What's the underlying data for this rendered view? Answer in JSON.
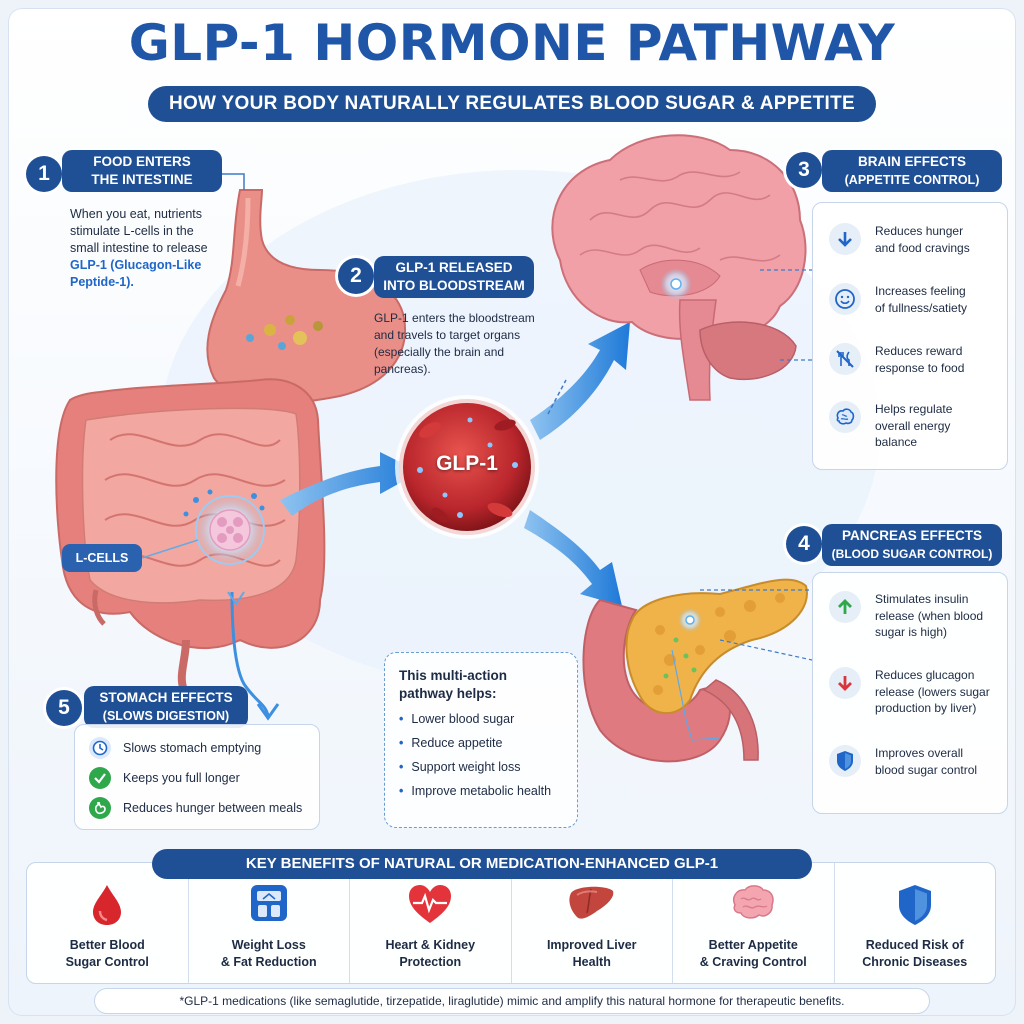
{
  "title": "GLP-1 HORMONE PATHWAY",
  "subtitle": "HOW YOUR BODY NATURALLY REGULATES BLOOD SUGAR & APPETITE",
  "colors": {
    "primary": "#1f4f95",
    "accent": "#1f66c8",
    "organ": "#e98a86",
    "blood": "#b9262c"
  },
  "step1": {
    "number": "1",
    "title_line1": "FOOD ENTERS",
    "title_line2": "THE INTESTINE",
    "desc_line1": "When you eat, nutrients",
    "desc_line2": "stimulate L-cells in the",
    "desc_line3": "small intestine to release",
    "desc_hl1": "GLP-1",
    "desc_line4": " (Glucagon-Like",
    "desc_line5": "Peptide-1)."
  },
  "lcells_label": "L-CELLS",
  "step2": {
    "number": "2",
    "title_line1": "GLP-1 RELEASED",
    "title_line2": "INTO BLOODSTREAM",
    "desc_line1": "GLP-1 enters the bloodstream",
    "desc_line2": "and travels to target organs",
    "desc_line3": "(especially the brain and",
    "desc_line4": "pancreas)."
  },
  "vessel_label": "GLP-1",
  "step3": {
    "number": "3",
    "title_line1": "BRAIN EFFECTS",
    "title_line2": "(APPETITE CONTROL)",
    "items": [
      {
        "icon": "arrow-down-icon",
        "line1": "Reduces hunger",
        "line2": "and food cravings",
        "line3": ""
      },
      {
        "icon": "smiley-icon",
        "line1": "Increases feeling",
        "line2": "of fullness/satiety",
        "line3": ""
      },
      {
        "icon": "no-food-icon",
        "line1": "Reduces reward",
        "line2": "response to food",
        "line3": ""
      },
      {
        "icon": "brain-icon",
        "line1": "Helps regulate",
        "line2": "overall energy",
        "line3": "balance"
      }
    ]
  },
  "step4": {
    "number": "4",
    "title_line1": "PANCREAS EFFECTS",
    "title_line2": "(BLOOD SUGAR CONTROL)",
    "items": [
      {
        "icon": "arrow-up-green-icon",
        "line1": "Stimulates insulin",
        "line2": "release (when blood",
        "line3": "sugar is high)"
      },
      {
        "icon": "arrow-down-red-icon",
        "line1": "Reduces glucagon",
        "line2": "release (lowers sugar",
        "line3": "production by liver)"
      },
      {
        "icon": "shield-icon",
        "line1": "Improves overall",
        "line2": "blood sugar control",
        "line3": ""
      }
    ]
  },
  "step5": {
    "number": "5",
    "title_line1": "STOMACH EFFECTS",
    "title_line2": "(SLOWS DIGESTION)",
    "items": [
      {
        "icon": "clock-icon",
        "text": "Slows stomach emptying"
      },
      {
        "icon": "check-icon",
        "text": "Keeps you full longer"
      },
      {
        "icon": "stomach-icon",
        "text": "Reduces hunger between meals"
      }
    ]
  },
  "multi": {
    "heading_line1": "This multi-action",
    "heading_line2": "pathway helps:",
    "items": [
      "Lower blood sugar",
      "Reduce appetite",
      "Support weight loss",
      "Improve metabolic health"
    ]
  },
  "benefits": {
    "heading": "KEY BENEFITS OF NATURAL OR MEDICATION-ENHANCED GLP-1",
    "items": [
      {
        "icon": "blood-drop-icon",
        "line1": "Better Blood",
        "line2": "Sugar Control"
      },
      {
        "icon": "scale-icon",
        "line1": "Weight Loss",
        "line2": "& Fat Reduction"
      },
      {
        "icon": "heart-pulse-icon",
        "line1": "Heart & Kidney",
        "line2": "Protection"
      },
      {
        "icon": "liver-icon",
        "line1": "Improved Liver",
        "line2": "Health"
      },
      {
        "icon": "brain-pink-icon",
        "line1": "Better Appetite",
        "line2": "& Craving Control"
      },
      {
        "icon": "shield-icon",
        "line1": "Reduced Risk of",
        "line2": "Chronic Diseases"
      }
    ]
  },
  "footnote": "*GLP-1 medications (like semaglutide, tirzepatide, liraglutide) mimic and amplify this natural hormone for therapeutic benefits."
}
